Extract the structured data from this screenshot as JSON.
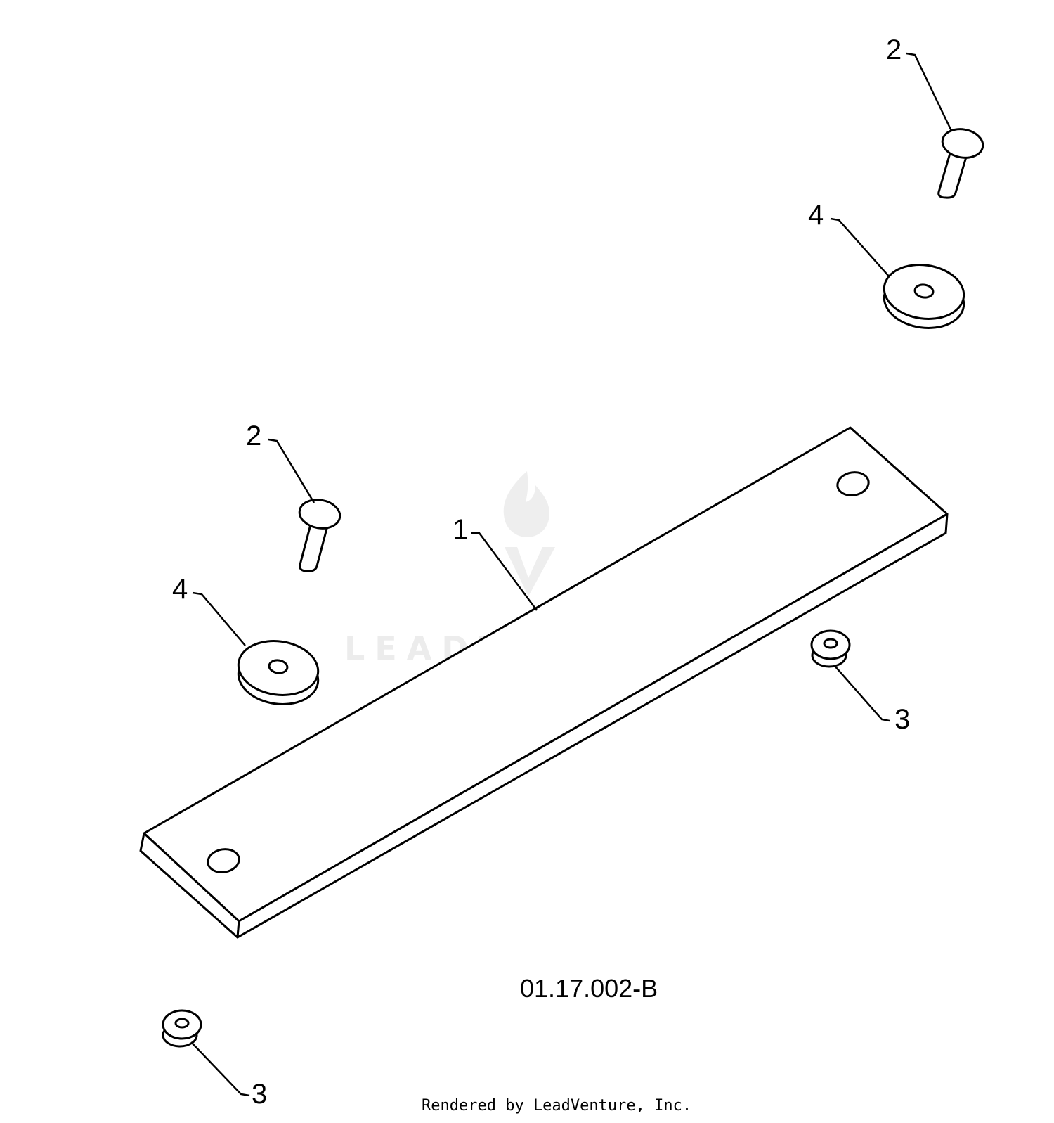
{
  "callouts": {
    "bar": "1",
    "bolt_upper_right": "2",
    "bolt_left": "2",
    "nut_right": "3",
    "nut_bottom_left": "3",
    "washer_upper_right": "4",
    "washer_left": "4"
  },
  "drawing_number": "01.17.002-B",
  "watermark": {
    "text": "LEADVENTURE",
    "color": "#ececec"
  },
  "credit": "Rendered by LeadVenture, Inc.",
  "colors": {
    "line": "#000000",
    "background": "#ffffff"
  }
}
